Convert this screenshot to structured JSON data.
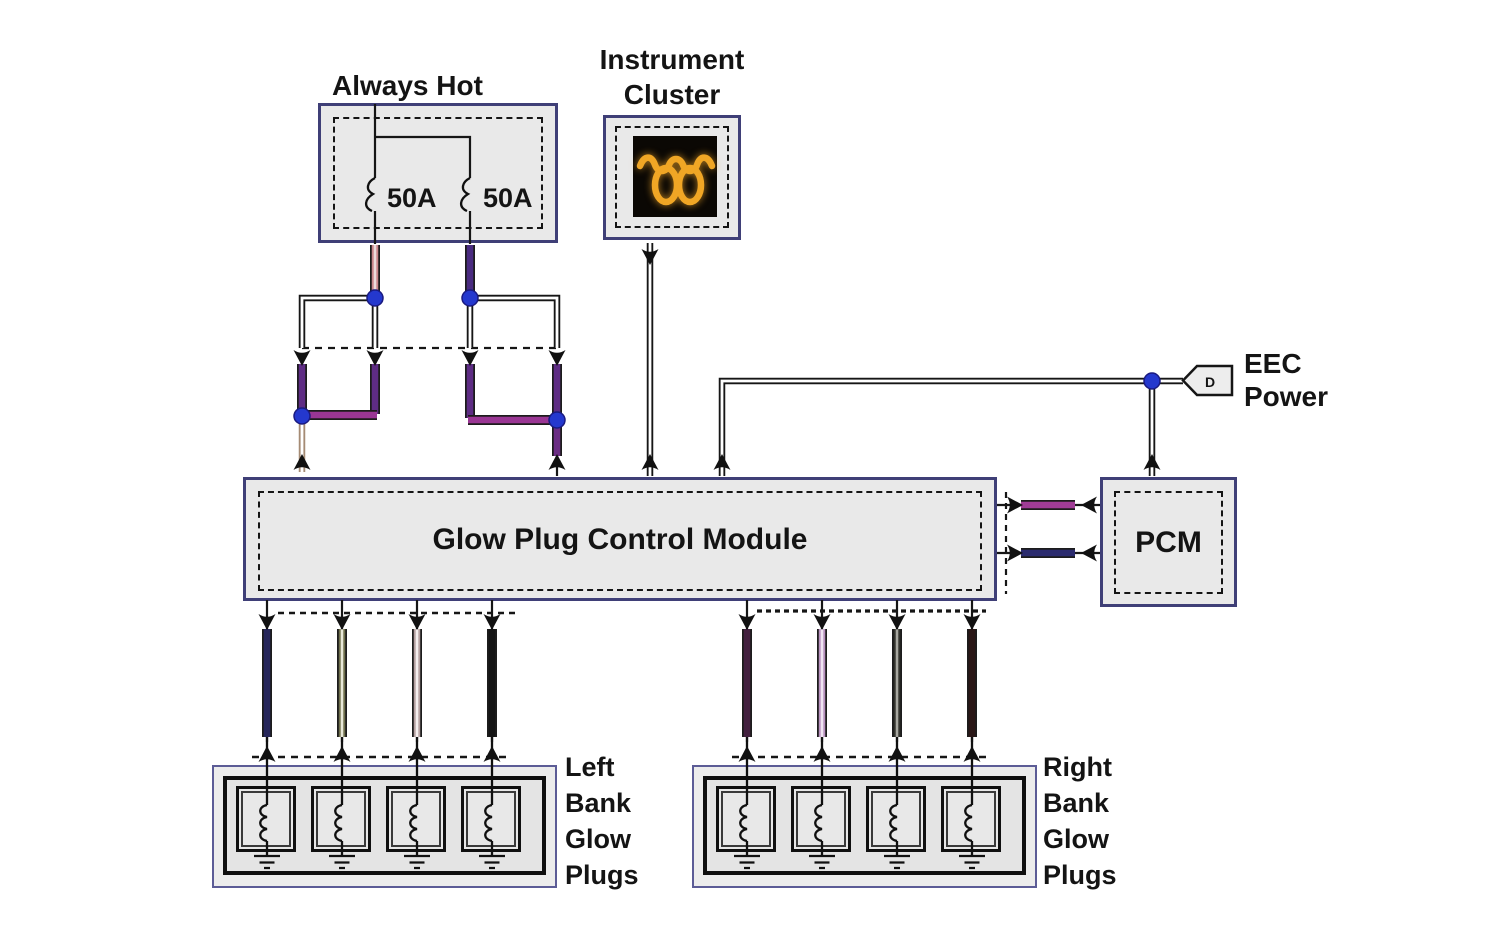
{
  "diagram": {
    "always_hot": {
      "label": "Always Hot",
      "fuse1": "50A",
      "fuse2": "50A"
    },
    "instrument_cluster": {
      "label": "Instrument Cluster"
    },
    "module": {
      "label": "Glow Plug Control Module"
    },
    "pcm": {
      "label": "PCM"
    },
    "eec": {
      "label": "EEC Power",
      "connector_id": "D"
    },
    "left_bank": {
      "label": "Left Bank Glow Plugs",
      "plug_count": "4"
    },
    "right_bank": {
      "label": "Right Bank Glow Plugs",
      "plug_count": "4"
    }
  },
  "colors": {
    "junction": "#2438ce",
    "indicator": "#f0a625",
    "wire_pink": "#c9878b",
    "wire_pink_stripe": "#ecdcdc",
    "wire_purple": "#4a2b80",
    "splice_bar": "#5e2c84",
    "splice_link": "#9a3694",
    "splice_out_left": "#a58b74",
    "splice_out_right": "#6b2d84",
    "pcm_link_upper": "#a03c96",
    "pcm_link_lower": "#2b2b6e",
    "lb1": "#26265a",
    "lb2": "#6f6f4c",
    "lb2_stripe": "#e8e8d8",
    "lb3": "#b5a0a0",
    "lb3_stripe": "#f5eeee",
    "lb4": "#141414",
    "rb1": "#43203f",
    "rb2": "#b891be",
    "rb2_stripe": "#f0e4f2",
    "rb3": "#33332e",
    "rb3_stripe": "#a9a9a2",
    "rb4": "#2a1716"
  }
}
